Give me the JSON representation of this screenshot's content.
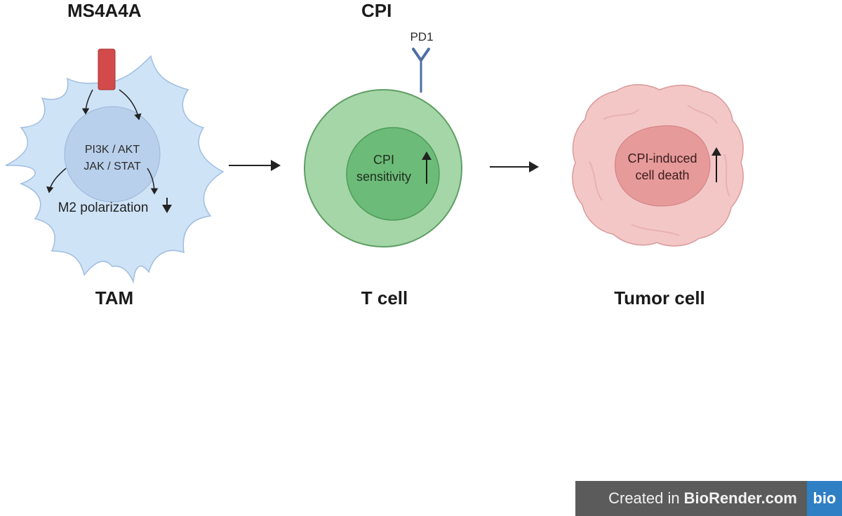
{
  "headings": {
    "left": "MS4A4A",
    "middle": "CPI"
  },
  "tam": {
    "pathway_line1": "PI3K / AKT",
    "pathway_line2": "JAK / STAT",
    "effect": "M2 polarization",
    "effect_direction": "down",
    "label": "TAM"
  },
  "tcell": {
    "receptor": "PD1",
    "inner_line1": "CPI",
    "inner_line2": "sensitivity",
    "direction": "up",
    "label": "T cell"
  },
  "tumor": {
    "inner_line1": "CPI-induced",
    "inner_line2": "cell death",
    "direction": "up",
    "label": "Tumor cell"
  },
  "footer": {
    "created_in": "Created in",
    "brand": "BioRender.com",
    "logo": "bio"
  },
  "colors": {
    "tam_membrane": "#cfe3f7",
    "tam_nucleus": "#b9d0ec",
    "ms4a4a_protein": "#d24a4a",
    "tcell_outer": "#a5d6a7",
    "tcell_inner": "#6dbb78",
    "pd1": "#4d6fa3",
    "tumor_outer": "#f4c7c7",
    "tumor_inner": "#e79a9a",
    "badge_dark": "#5b5b5b",
    "badge_blue": "#2f7fc4"
  }
}
